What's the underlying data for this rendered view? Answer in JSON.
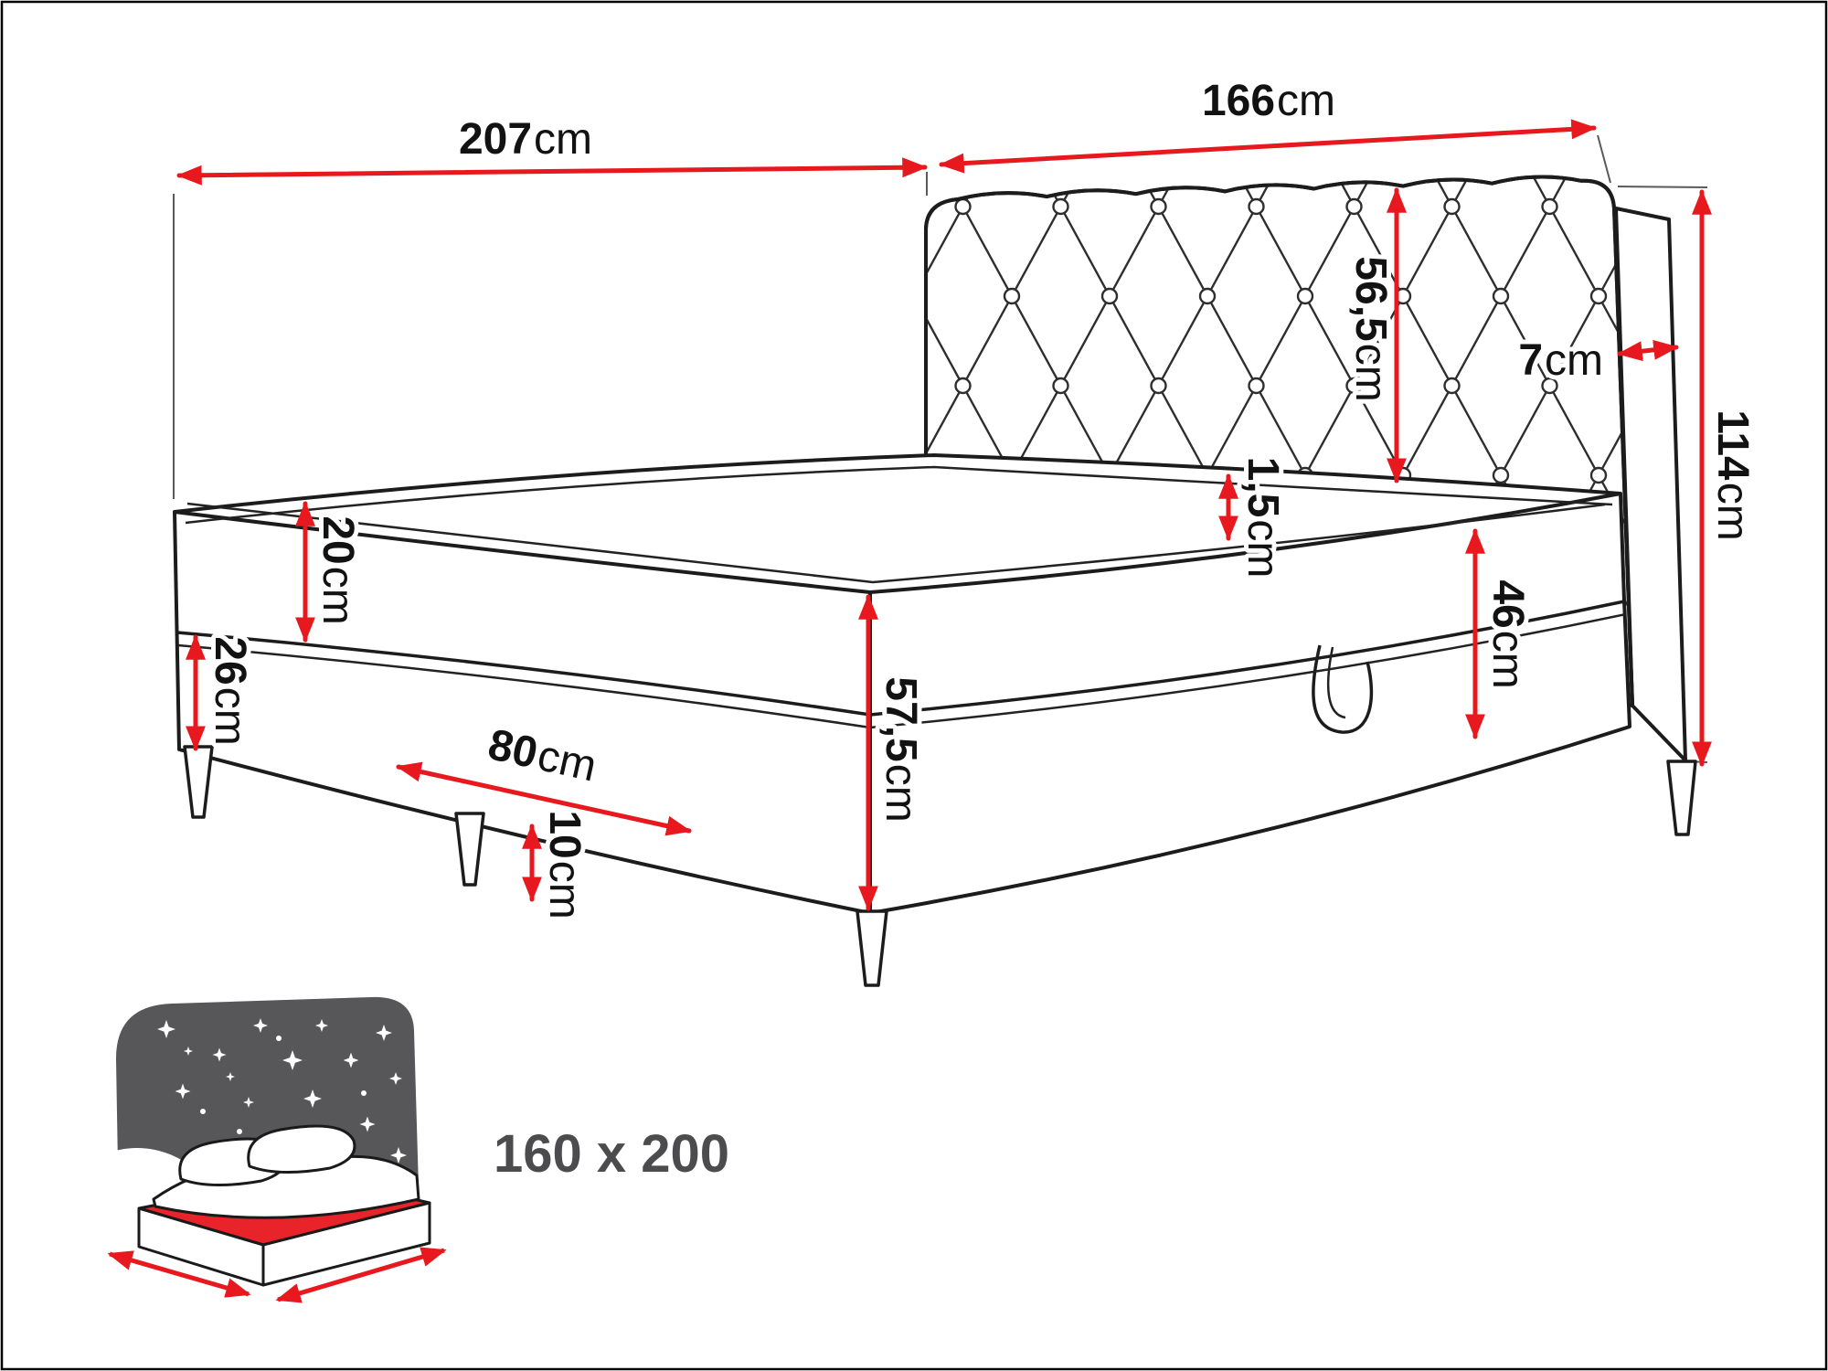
{
  "colors": {
    "background": "#ffffff",
    "outline": "#1c1c1c",
    "dimension_red": "#e8191e",
    "label": "#121212",
    "icon_panel_gray": "#57575a",
    "icon_red": "#e8232a",
    "size_label_gray": "#4c4c4e"
  },
  "dimensions": {
    "total_length": {
      "value": "207",
      "unit": "cm"
    },
    "width": {
      "value": "166",
      "unit": "cm"
    },
    "headboard_height": {
      "value": "56,5",
      "unit": "cm"
    },
    "headboard_depth": {
      "value": "7",
      "unit": "cm"
    },
    "total_height": {
      "value": "114",
      "unit": "cm"
    },
    "mattress_height": {
      "value": "20",
      "unit": "cm"
    },
    "lower_frame_height": {
      "value": "26",
      "unit": "cm"
    },
    "edge_welt": {
      "value": "1,5",
      "unit": "cm"
    },
    "side_height": {
      "value": "46",
      "unit": "cm"
    },
    "storage_length": {
      "value": "80",
      "unit": "cm"
    },
    "leg_height": {
      "value": "10",
      "unit": "cm"
    },
    "base_height": {
      "value": "57,5",
      "unit": "cm"
    }
  },
  "badge": {
    "size_label": "160 x 200"
  }
}
